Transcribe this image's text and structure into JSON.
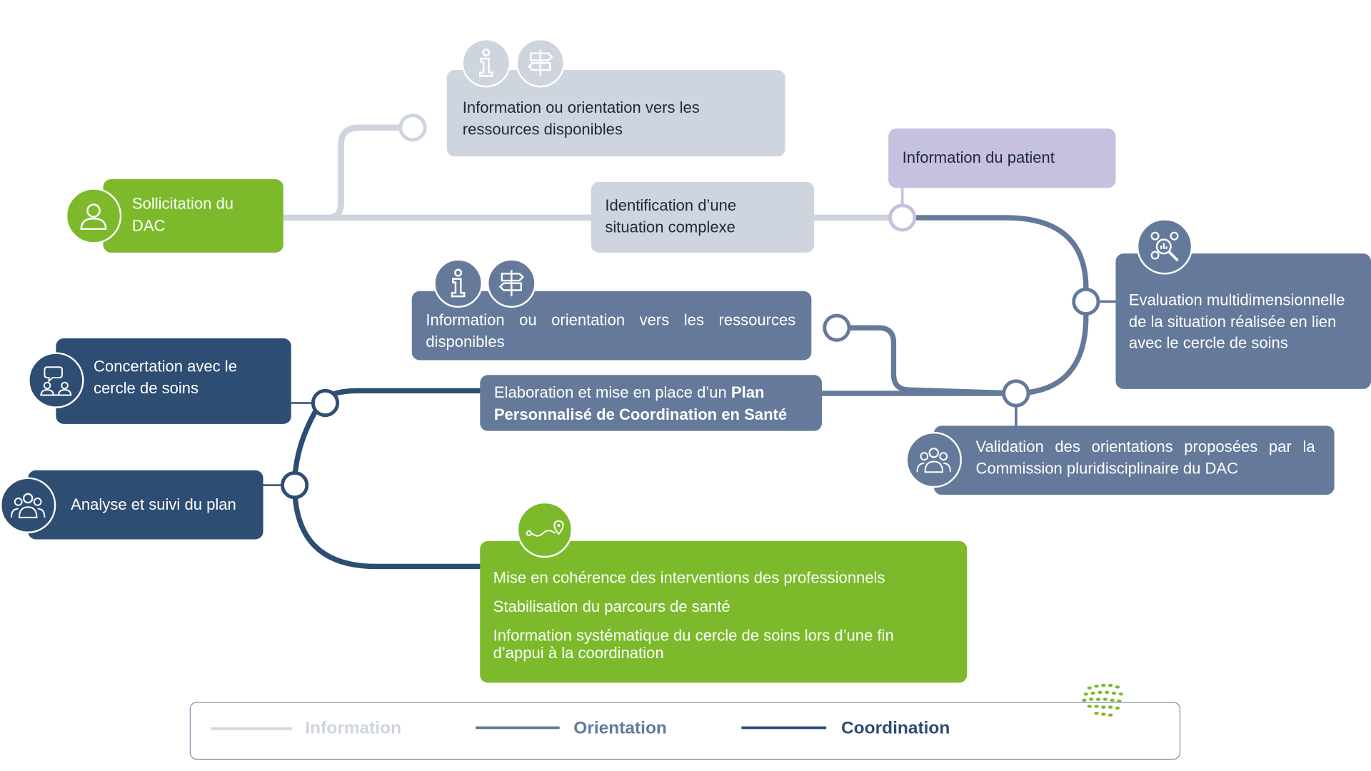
{
  "boxes": {
    "sollicitation": "Sollicitation du DAC",
    "info_orient_top": "Information ou orientation vers les ressources disponibles",
    "identification": "Identification d’une situation complexe",
    "info_patient": "Information du patient",
    "evaluation": "Evaluation multidimensionnelle de la situation réalisée en lien avec le cercle de soins",
    "info_orient_mid": "Information ou orientation vers les ressources disponibles",
    "concertation": "Concertation avec le cercle de soins",
    "elaboration_prefix": "Elaboration et mise en place d’un ",
    "elaboration_bold": "Plan Personnalisé de Coordination en Santé",
    "validation": "Validation des orientations proposées par la Commission pluridisciplinaire du DAC",
    "analyse": "Analyse et suivi du plan",
    "outcomes": [
      "Mise en cohérence des interventions des professionnels",
      "Stabilisation du parcours de santé",
      "Information systématique du cercle de soins lors d’une fin d’appui à la coordination"
    ]
  },
  "legend": {
    "information": "Information",
    "orientation": "Orientation",
    "coordination": "Coordination"
  },
  "colors": {
    "information": "#cfd5de",
    "orientation": "#657a9a",
    "coordination": "#2e4d73",
    "green": "#7cba2c",
    "lavender": "#c5c1df"
  },
  "icons": [
    "user-icon",
    "info-icon",
    "signpost-icon",
    "analysis-team-icon",
    "discussion-icon",
    "group-icon",
    "route-icon"
  ]
}
